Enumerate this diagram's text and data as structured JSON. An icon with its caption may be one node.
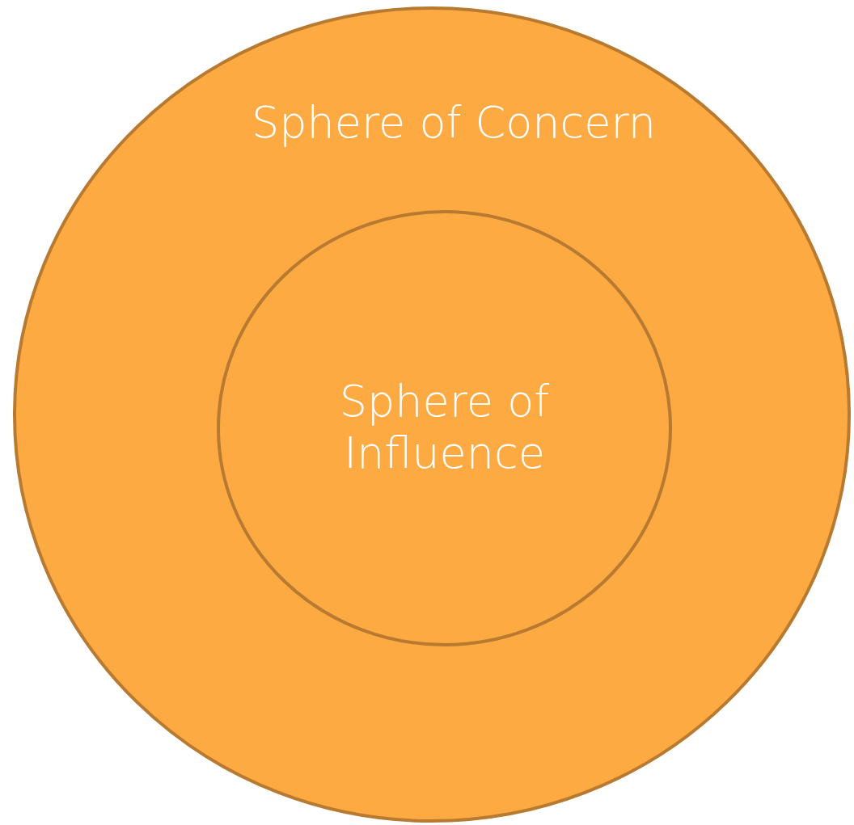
{
  "diagram": {
    "nodes": [
      {
        "text": [
          "Sphere of Concern"
        ]
      },
      {
        "text": [
          "Sphere of Influence"
        ],
        "in": 0
      }
    ]
  }
}
